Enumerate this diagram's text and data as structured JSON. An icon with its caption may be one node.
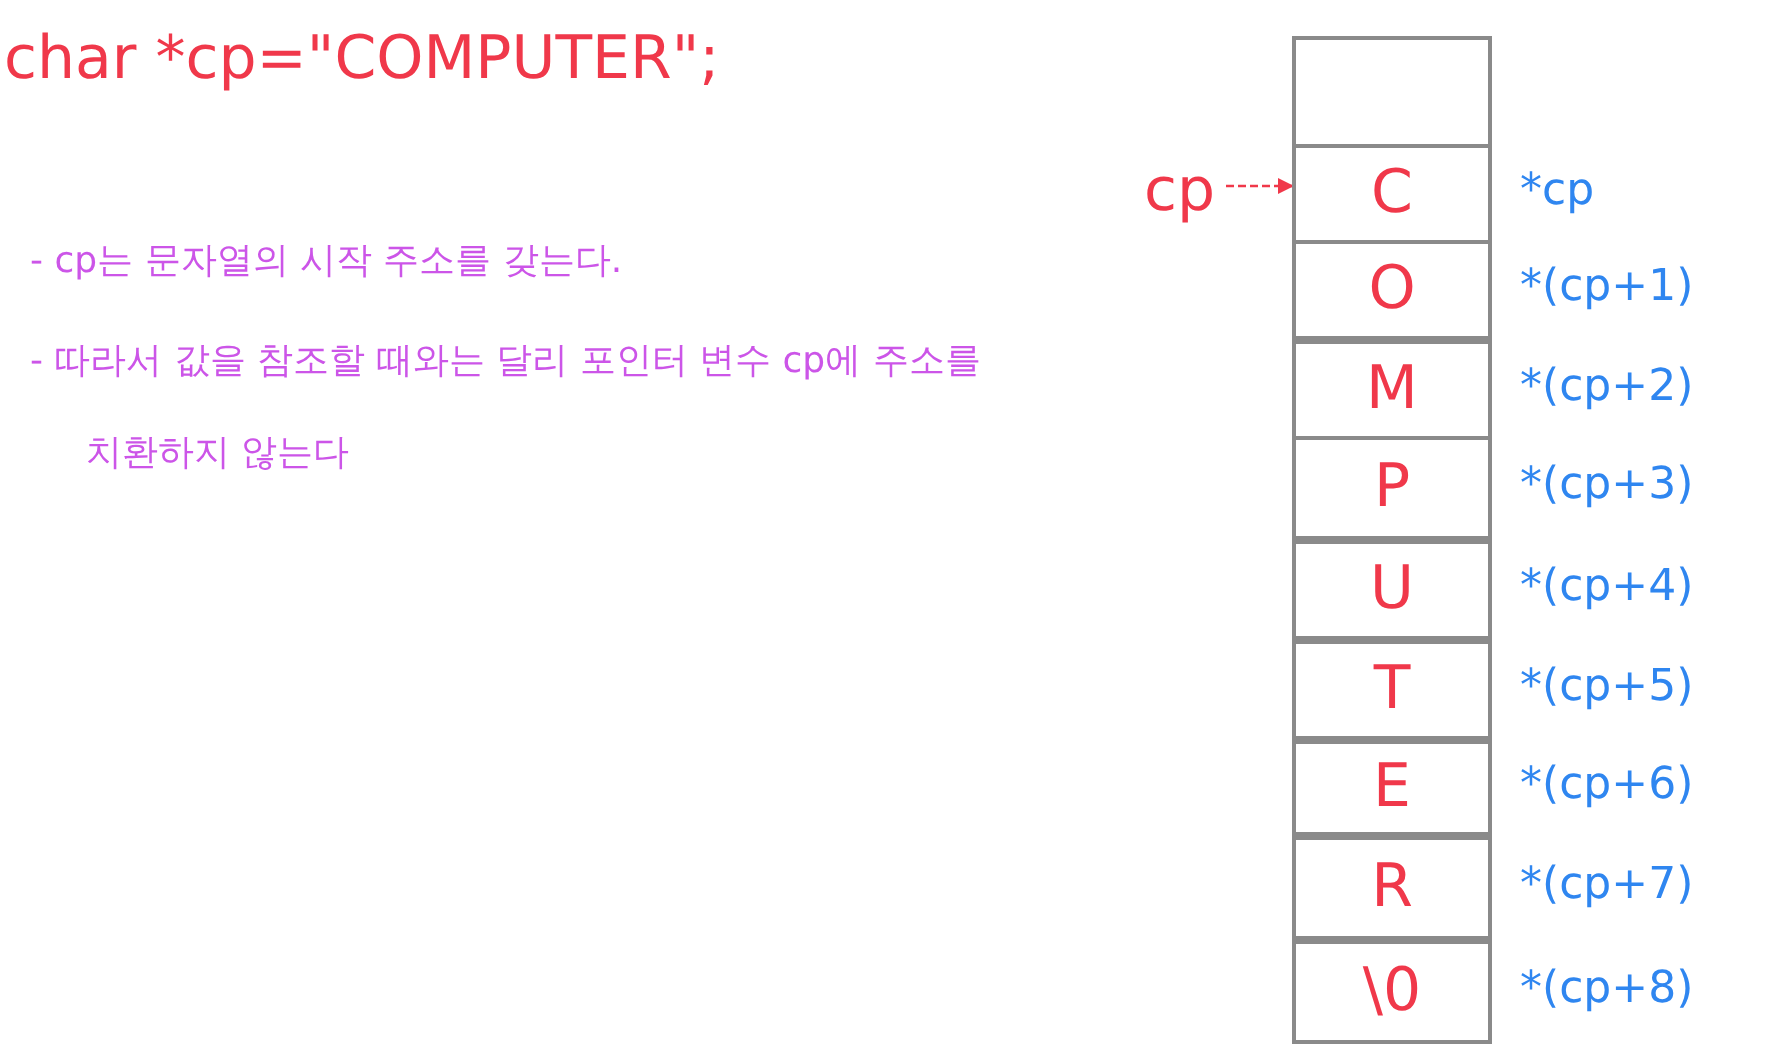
{
  "diagram": {
    "title": "char *cp=\"COMPUTER\";",
    "nodes": [
      {
        "text": [],
        "shape": "box"
      },
      {
        "text": [
          "C"
        ],
        "beside": [
          "*cp"
        ]
      },
      {
        "text": [
          "O"
        ],
        "beside": [
          "*(cp+1)"
        ]
      },
      {
        "text": [
          "M"
        ],
        "beside": [
          "*(cp+2)"
        ]
      },
      {
        "text": [
          "P"
        ],
        "beside": [
          "*(cp+3)"
        ]
      },
      {
        "text": [
          "U"
        ],
        "beside": [
          "*(cp+4)"
        ]
      },
      {
        "text": [
          "T"
        ],
        "beside": [
          "*(cp+5)"
        ]
      },
      {
        "text": [
          "E"
        ],
        "beside": [
          "*(cp+6)"
        ]
      },
      {
        "text": [
          "R"
        ],
        "beside": [
          "*(cp+7)"
        ]
      },
      {
        "text": [
          "\\0"
        ],
        "beside": [
          "*(cp+8)"
        ]
      },
      {
        "text": [
          "cp"
        ]
      }
    ],
    "edges": [
      {
        "from": 10,
        "to": 1,
        "arrow": "to",
        "style": "dashed"
      }
    ],
    "labels": [
      "- cp는 문자열의 시작 주소를 갖는다.",
      "- 따라서 값을 참조할 때와는 달리 포인터 변수 cp에 주소를 치환하지 않는다"
    ]
  }
}
